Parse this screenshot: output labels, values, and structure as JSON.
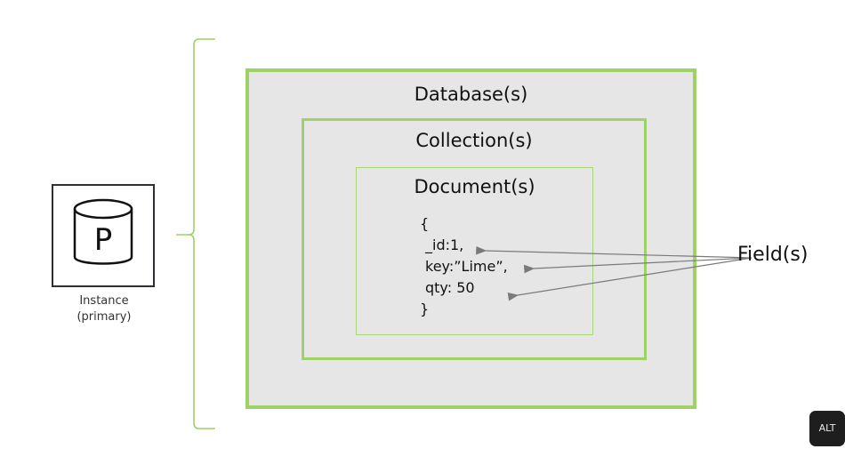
{
  "instance": {
    "icon": "database-cylinder-icon",
    "letter": "P",
    "label_line1": "Instance",
    "label_line2": "(primary)"
  },
  "containers": {
    "database_label": "Database(s)",
    "collection_label": "Collection(s)",
    "document_label": "Document(s)"
  },
  "document_body": {
    "open_brace": "{",
    "lines": [
      "_id:1,",
      "key:”Lime”,",
      "qty: 50"
    ],
    "close_brace": "}"
  },
  "fields_label": "Field(s)",
  "alt_badge": "ALT",
  "colors": {
    "accent_green": "#9fd266",
    "box_fill": "#e6e6e6",
    "arrow_gray": "#7a7a7a"
  }
}
